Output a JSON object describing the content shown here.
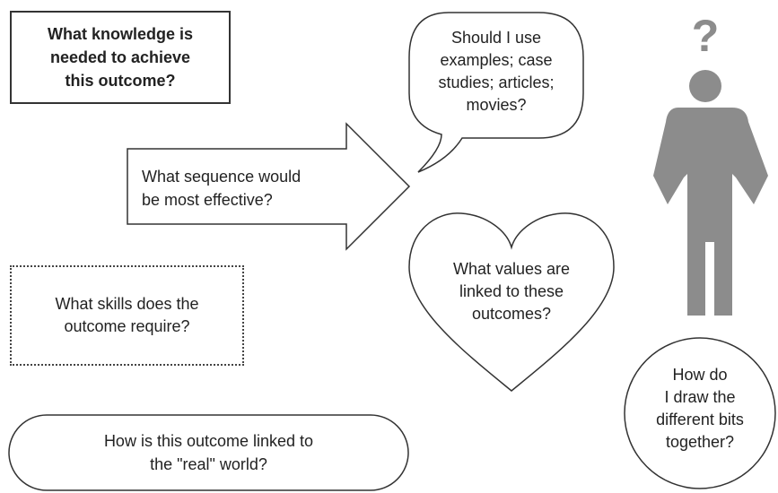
{
  "knowledge": {
    "lines": [
      "What knowledge is",
      "needed to achieve",
      "this outcome?"
    ]
  },
  "sequence": {
    "lines": [
      "What sequence would",
      "be most effective?"
    ]
  },
  "examples": {
    "lines": [
      "Should I use",
      "examples; case",
      "studies; articles;",
      "movies?"
    ]
  },
  "values": {
    "lines": [
      "What values are",
      "linked to these",
      "outcomes?"
    ]
  },
  "skills": {
    "lines": [
      "What skills does the",
      "outcome require?"
    ]
  },
  "real_world": {
    "lines": [
      "How is this outcome linked to",
      "the \"real\" world?"
    ]
  },
  "draw_together": {
    "lines": [
      "How do",
      "I draw the",
      "different bits",
      "together?"
    ]
  },
  "figure": {
    "question_mark": "?",
    "color": "#8c8c8c"
  },
  "colors": {
    "stroke": "#333333",
    "text": "#222222"
  }
}
